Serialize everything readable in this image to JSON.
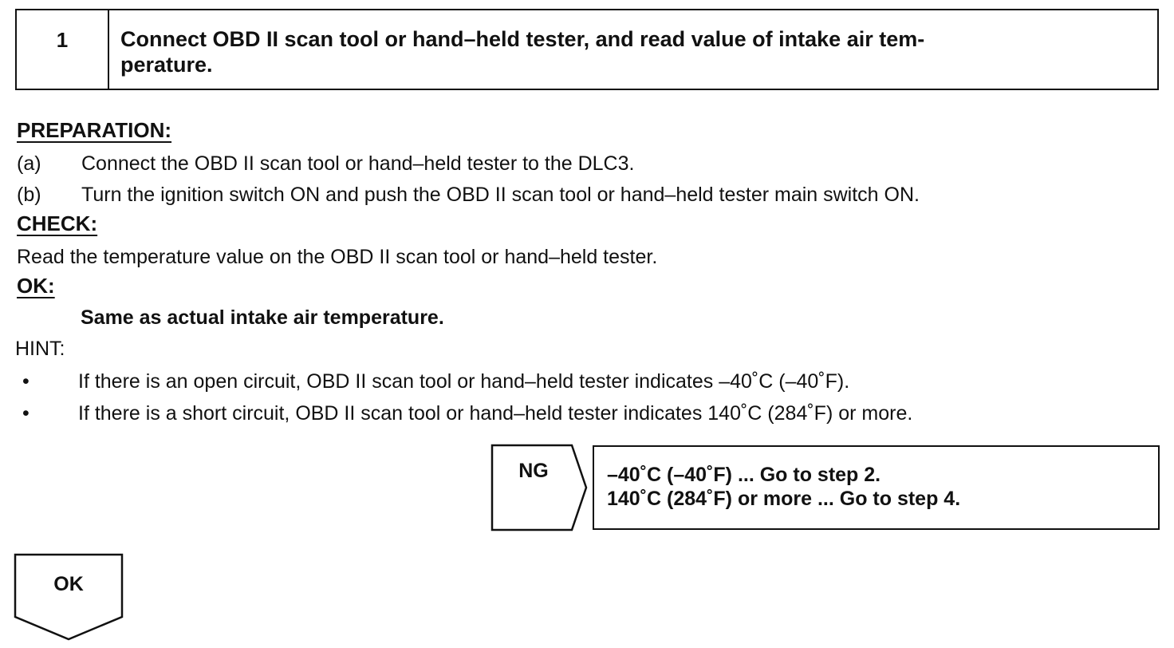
{
  "step": {
    "number": "1",
    "title_line1": "Connect OBD II scan tool or hand–held tester, and read value of intake air tem-",
    "title_line2": "perature."
  },
  "preparation": {
    "heading": "PREPARATION:",
    "items": [
      {
        "marker": "(a)",
        "text": "Connect the OBD II scan tool or hand–held tester to the DLC3."
      },
      {
        "marker": "(b)",
        "text": "Turn the ignition switch ON and push the OBD II scan tool or hand–held tester main switch ON."
      }
    ]
  },
  "check": {
    "heading": "CHECK:",
    "text": "Read the temperature value on the OBD II scan tool or hand–held tester."
  },
  "ok_spec": {
    "heading": "OK:",
    "text": "Same as actual intake air temperature."
  },
  "hint": {
    "heading": "HINT:",
    "items": [
      {
        "bullet": "•",
        "text": "If there is an open circuit, OBD II scan tool or hand–held tester indicates –40˚C (–40˚F)."
      },
      {
        "bullet": "•",
        "text": "If there is a short circuit, OBD II scan tool or hand–held tester indicates 140˚C (284˚F) or more."
      }
    ]
  },
  "ng_branch": {
    "label": "NG",
    "line1": "–40˚C (–40˚F) ... Go to step 2.",
    "line2": "140˚C (284˚F) or more ... Go to step 4."
  },
  "ok_branch": {
    "label": "OK"
  }
}
